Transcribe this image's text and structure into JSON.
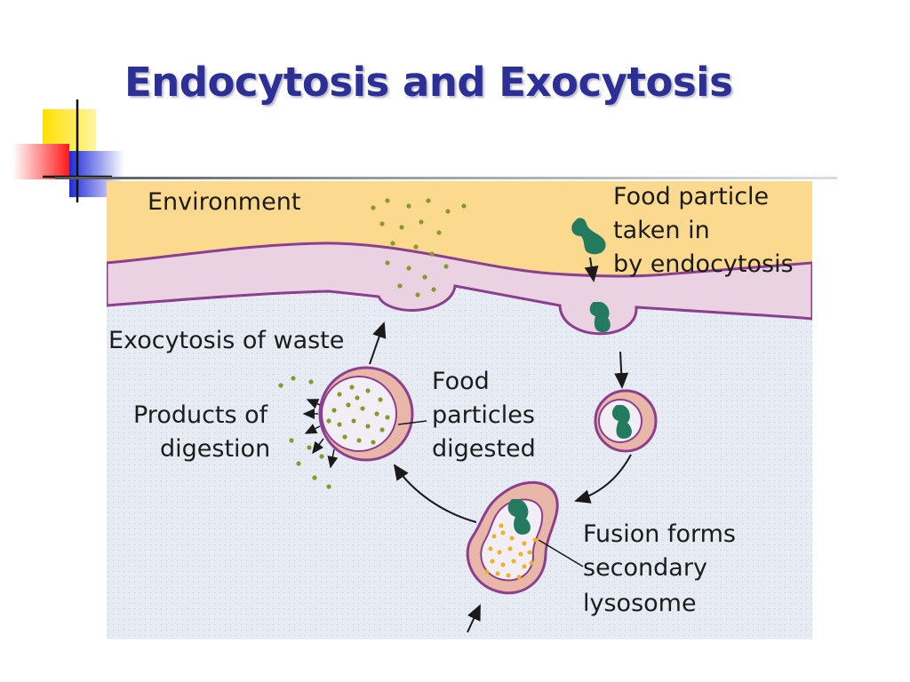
{
  "title": "Endocytosis and Exocytosis",
  "labels": {
    "environment": "Environment",
    "food_particle": [
      "Food particle",
      "taken in",
      "by endocytosis"
    ],
    "exocytosis": "Exocytosis of waste",
    "products": [
      "Products of",
      "digestion"
    ],
    "digested": [
      "Food",
      "particles",
      "digested"
    ],
    "fusion": [
      "Fusion forms",
      "secondary",
      "lysosome"
    ]
  },
  "colors": {
    "title": "#2b2f96",
    "environment": "#fbd98e",
    "membrane": "#e8cfe0",
    "membrane_edge": "#8c3f8f",
    "cytoplasm": "#e6ebf4",
    "particle": "#237a5e",
    "waste_dots": "#8a9a2a",
    "enzyme_dots": "#f0b020"
  }
}
